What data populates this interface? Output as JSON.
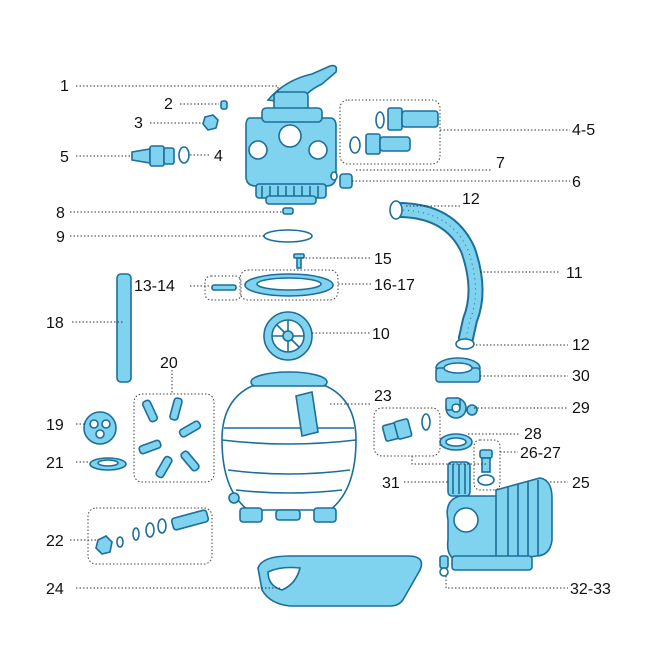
{
  "labels": {
    "p1": "1",
    "p2": "2",
    "p3": "3",
    "p4": "4",
    "p45": "4-5",
    "p5": "5",
    "p6": "6",
    "p7": "7",
    "p8": "8",
    "p9": "9",
    "p10": "10",
    "p11": "11",
    "p12a": "12",
    "p12b": "12",
    "p1314": "13-14",
    "p15": "15",
    "p1617": "16-17",
    "p18": "18",
    "p19": "19",
    "p20": "20",
    "p21": "21",
    "p22": "22",
    "p23": "23",
    "p24": "24",
    "p25": "25",
    "p2627": "26-27",
    "p28": "28",
    "p29": "29",
    "p30": "30",
    "p31": "31",
    "p3233": "32-33"
  },
  "colors": {
    "part_fill": "#7fd3ef",
    "part_outline": "#1c6f9a",
    "label_text": "#111111",
    "leader_line": "#333333"
  }
}
